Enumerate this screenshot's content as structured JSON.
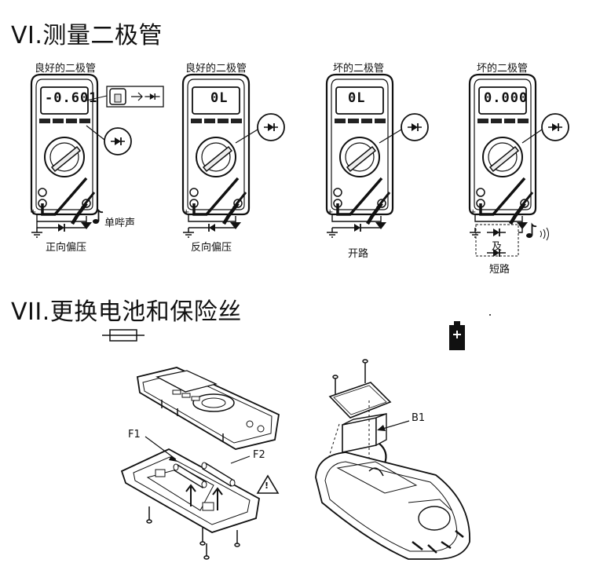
{
  "section6": {
    "title": "VI.测量二极管",
    "panels": [
      {
        "caption": "良好的二极管",
        "lcd": "-0.601",
        "diode_label": "正向偏压",
        "sound_label": "单哔声"
      },
      {
        "caption": "良好的二极管",
        "lcd": "0L",
        "diode_label": "反向偏压"
      },
      {
        "caption": "坏的二极管",
        "lcd": "0L",
        "diode_label": "开路"
      },
      {
        "caption": "坏的二极管",
        "lcd": "0.000",
        "diode_label_and": "及",
        "diode_label": "短路"
      }
    ]
  },
  "section7": {
    "title": "VII.更换电池和保险丝",
    "fuse_labels": [
      "F1",
      "F2"
    ],
    "battery_label": "B1",
    "warning_symbol": "!"
  }
}
